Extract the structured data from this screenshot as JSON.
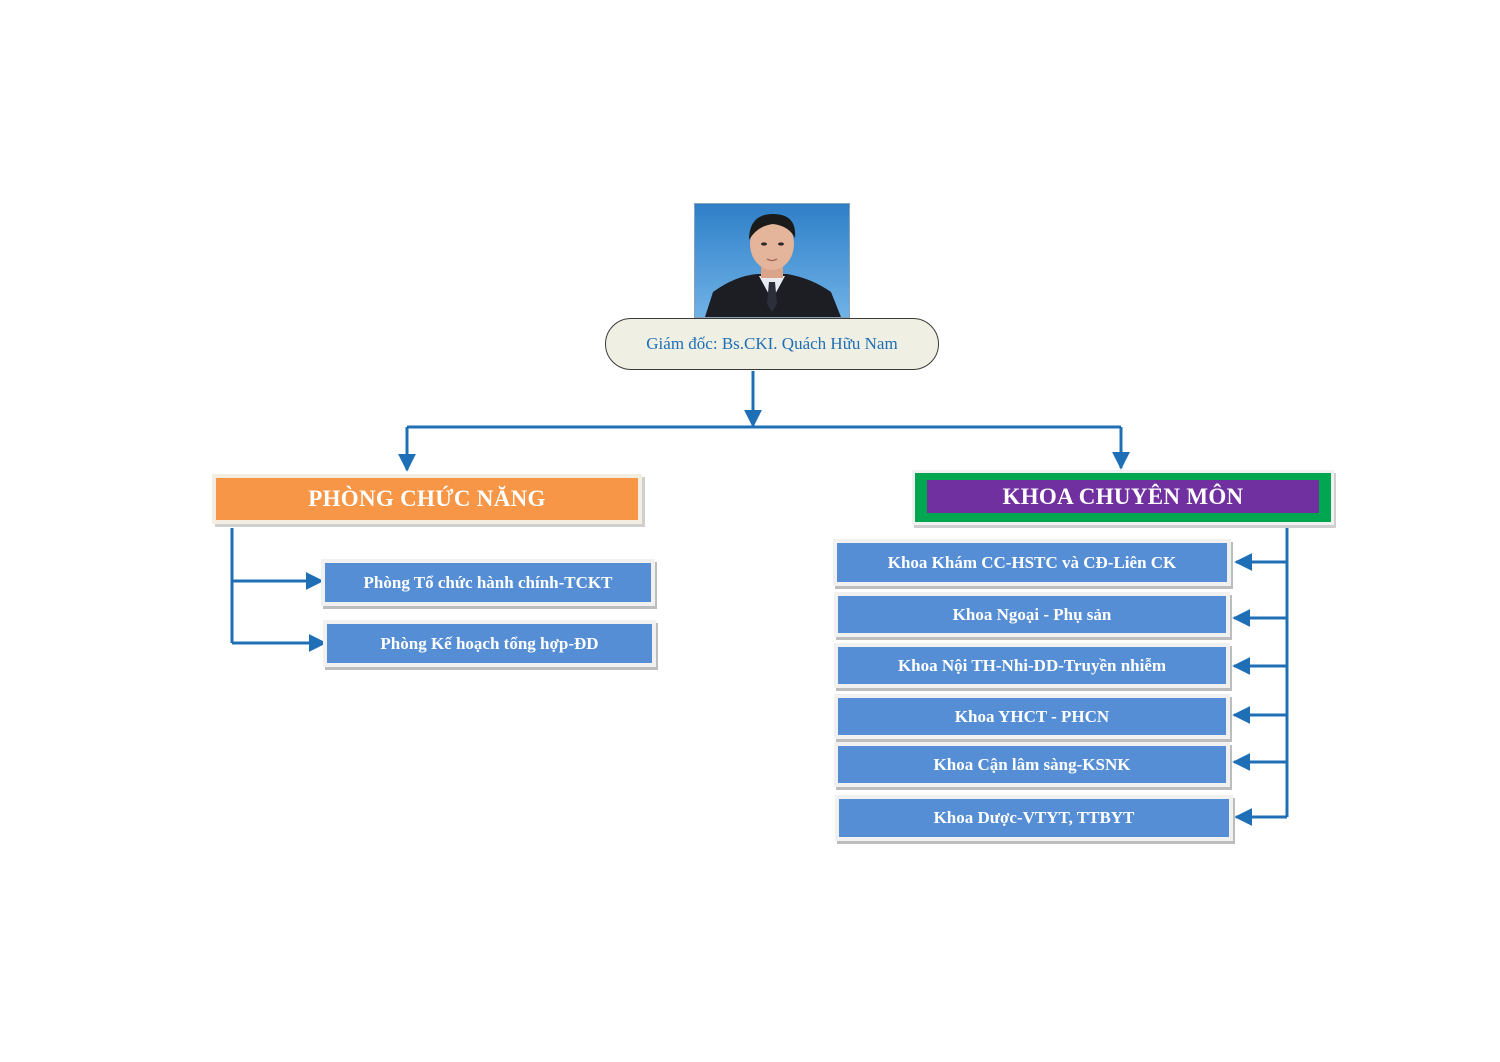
{
  "director": {
    "label": "Giám đốc: Bs.CKI. Quách Hữu Nam",
    "photo_icon": "person-portrait-icon"
  },
  "left_section": {
    "title": "PHÒNG CHỨC NĂNG",
    "color": "#f79646",
    "units": [
      "Phòng Tổ chức hành chính-TCKT",
      "Phòng Kế hoạch tổng hợp-ĐD"
    ]
  },
  "right_section": {
    "title": "KHOA CHUYÊN MÔN",
    "color": "#7030a0",
    "border_color": "#00a650",
    "units": [
      "Khoa Khám CC-HSTC và CĐ-Liên CK",
      "Khoa Ngoại - Phụ sản",
      "Khoa Nội TH-Nhi-DD-Truyền nhiễm",
      "Khoa YHCT - PHCN",
      "Khoa Cận lâm sàng-KSNK",
      "Khoa Dược-VTYT, TTBYT"
    ]
  },
  "colors": {
    "connector": "#1f6fb6",
    "unit_box": "#558ed5",
    "director_text": "#1f6fb6"
  }
}
